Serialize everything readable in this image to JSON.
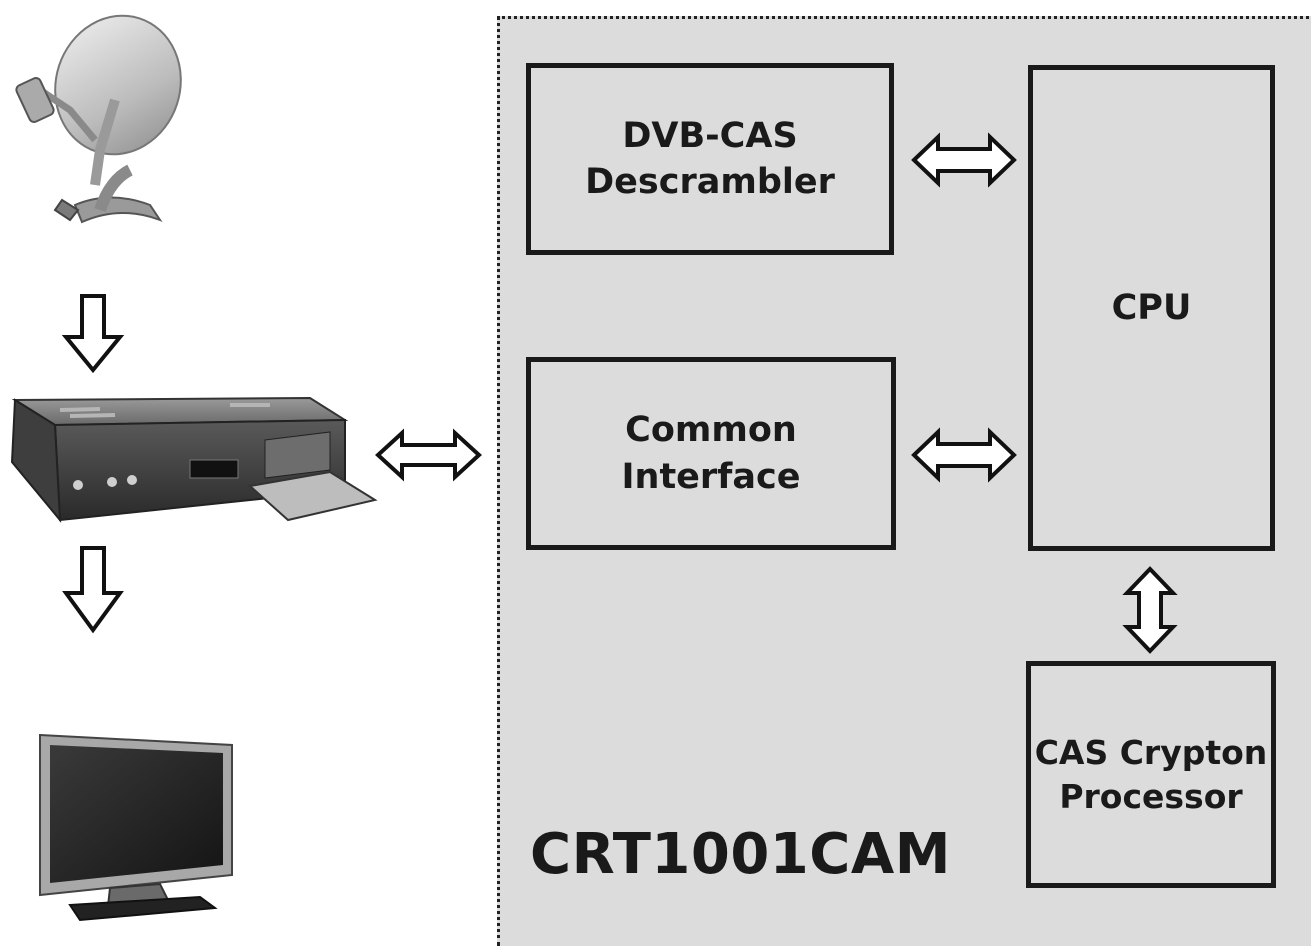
{
  "module": {
    "name": "CRT1001CAM",
    "blocks": {
      "descrambler": [
        "DVB-CAS",
        "Descrambler"
      ],
      "common_interface": [
        "Common",
        "Interface"
      ],
      "cpu": [
        "CPU"
      ],
      "cas_processor": [
        "CAS Crypton",
        "Processor"
      ]
    }
  },
  "devices": [
    "satellite-dish-icon",
    "set-top-box-icon",
    "television-icon"
  ],
  "colors": {
    "panel": "#dcdcdc",
    "ink": "#1a1a1a"
  }
}
